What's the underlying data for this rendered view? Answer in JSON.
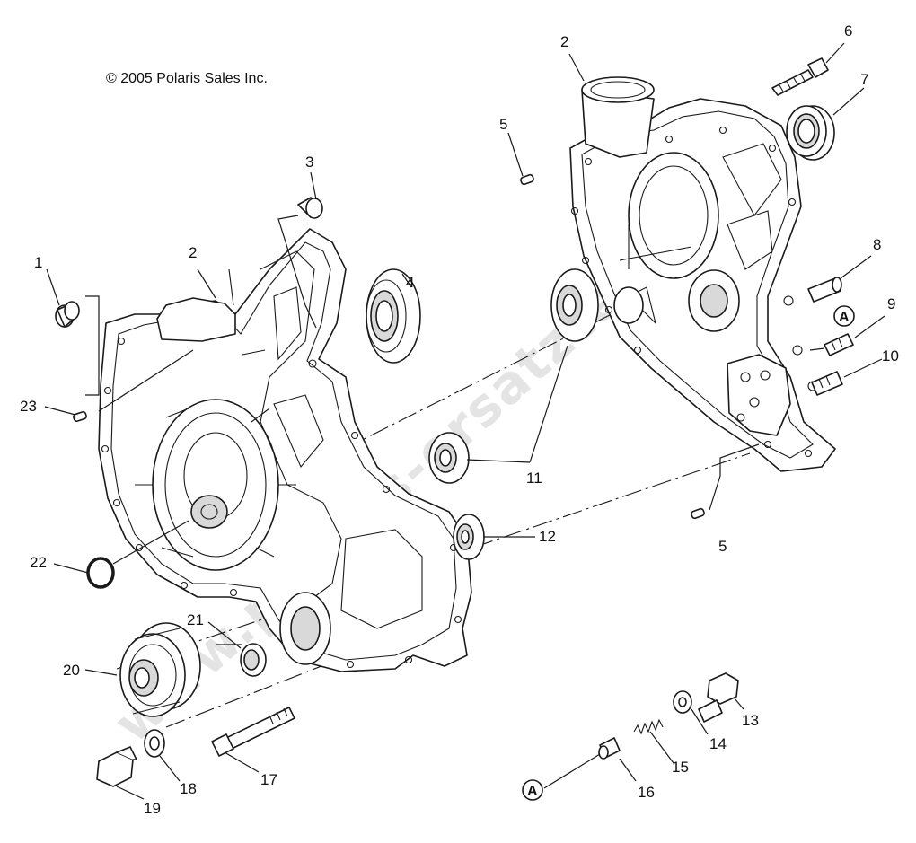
{
  "copyright": "© 2005 Polaris Sales Inc.",
  "watermark": "www.polaris-ersatzteile.de",
  "reference_marker": "A",
  "callouts": {
    "c1": "1",
    "c2a": "2",
    "c2b": "2",
    "c3": "3",
    "c4": "4",
    "c5a": "5",
    "c5b": "5",
    "c6": "6",
    "c7": "7",
    "c8": "8",
    "c9": "9",
    "c10": "10",
    "c11": "11",
    "c12": "12",
    "c13": "13",
    "c14": "14",
    "c15": "15",
    "c16": "16",
    "c17": "17",
    "c18": "18",
    "c19": "19",
    "c20": "20",
    "c21": "21",
    "c22": "22",
    "c23": "23"
  }
}
